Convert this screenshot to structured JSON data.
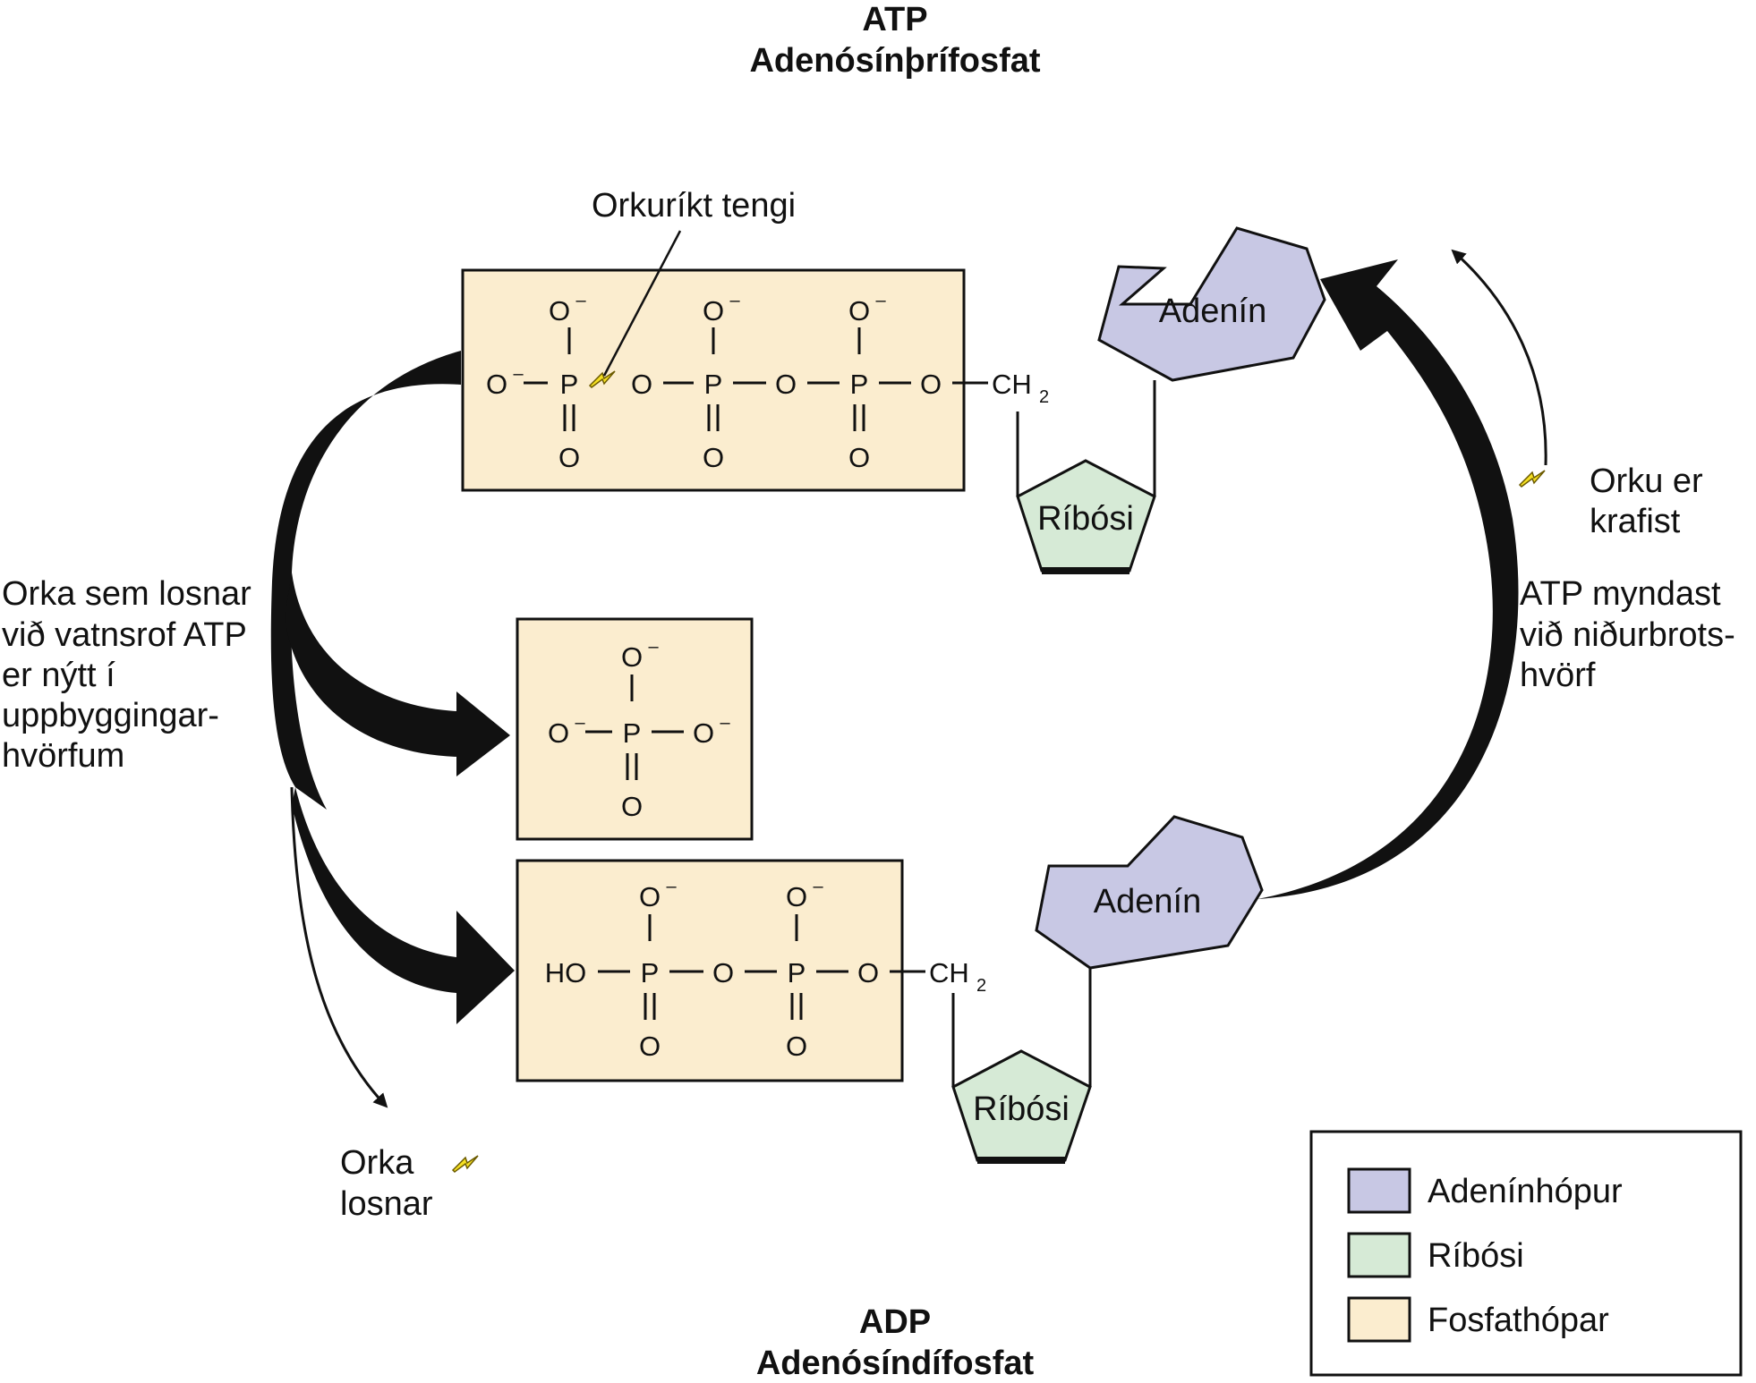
{
  "atp": {
    "title": "ATP",
    "subtitle": "Adenósínþrífosfat"
  },
  "adp": {
    "title": "ADP",
    "subtitle": "Adenósíndífosfat"
  },
  "labels": {
    "high_energy_bond": "Orkuríkt tengi",
    "adenine_top": "Adenín",
    "ribose_top": "Ríbósi",
    "adenine_bottom": "Adenín",
    "ribose_bottom": "Ríbósi",
    "hydrolysis": [
      "Orka sem losnar",
      "við vatnsrof ATP",
      "er nýtt í",
      "uppbyggingar-",
      "hvörfum"
    ],
    "energy_consumed": [
      "Orku er",
      "krafist"
    ],
    "catabolism": [
      "ATP myndast",
      "við niðurbrots-",
      "hvörf"
    ],
    "energy_released": [
      "Orka",
      "losnar"
    ]
  },
  "chem": {
    "o": "O",
    "p": "P",
    "o_minus_base": "O",
    "minus": "–",
    "ho": "HO",
    "ch": "CH",
    "two": "2"
  },
  "legend": {
    "items": [
      {
        "label": "Adenínhópur",
        "color": "#c8c8e4"
      },
      {
        "label": "Ríbósi",
        "color": "#d6ead6"
      },
      {
        "label": "Fosfathópar",
        "color": "#fbedcf"
      }
    ]
  },
  "colors": {
    "adenine": "#c8c8e4",
    "ribose": "#d6ead6",
    "phosphate": "#fbedcf",
    "lightning": "#f5e023"
  }
}
